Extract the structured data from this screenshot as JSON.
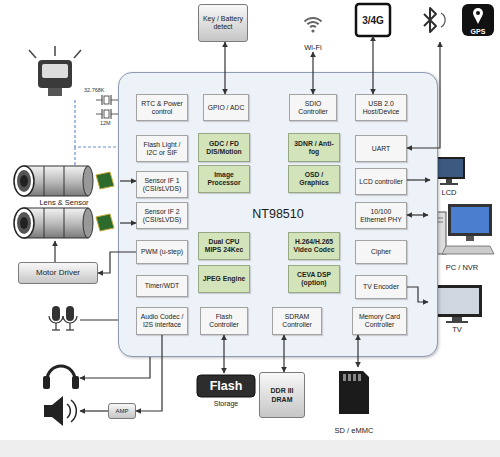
{
  "diagram": {
    "nodes": [
      {
        "text": [
          "Key / Battery detect"
        ]
      },
      {
        "text": [
          "Wi-Fi"
        ]
      },
      {
        "text": [
          "3/4G"
        ]
      },
      {
        "text": [
          "GPS"
        ]
      },
      {
        "text": [
          "NT98510"
        ]
      },
      {
        "text": [
          "RTC & Power control"
        ],
        "in": 4
      },
      {
        "text": [
          "GPIO / ADC"
        ],
        "in": 4
      },
      {
        "text": [
          "SDIO Controller"
        ],
        "in": 4
      },
      {
        "text": [
          "USB 2.0 Host/Device"
        ],
        "in": 4
      },
      {
        "text": [
          "Flash Light / I2C or SIF"
        ],
        "in": 4
      },
      {
        "text": [
          "GDC / FD DIS/Motion"
        ],
        "in": 4
      },
      {
        "text": [
          "3DNR / Anti-fog"
        ],
        "in": 4
      },
      {
        "text": [
          "UART"
        ],
        "in": 4
      },
      {
        "text": [
          "Sensor IF 1 (CSI/sLVDS)"
        ],
        "in": 4
      },
      {
        "text": [
          "Image Processor"
        ],
        "in": 4
      },
      {
        "text": [
          "OSD / Graphics"
        ],
        "in": 4
      },
      {
        "text": [
          "LCD controller"
        ],
        "in": 4
      },
      {
        "text": [
          "Sensor IF 2 (CSI/sLVDS)"
        ],
        "in": 4
      },
      {
        "text": [
          "10/100 Ethernet PHY"
        ],
        "in": 4
      },
      {
        "text": [
          "PWM (u-step)"
        ],
        "in": 4
      },
      {
        "text": [
          "Dual CPU MIPS 24Kec"
        ],
        "in": 4
      },
      {
        "text": [
          "H.264/H.265 Video Codec"
        ],
        "in": 4
      },
      {
        "text": [
          "Cipher"
        ],
        "in": 4
      },
      {
        "text": [
          "Timer/WDT"
        ],
        "in": 4
      },
      {
        "text": [
          "JPEG Engine"
        ],
        "in": 4
      },
      {
        "text": [
          "CEVA DSP (option)"
        ],
        "in": 4
      },
      {
        "text": [
          "TV Encoder"
        ],
        "in": 4
      },
      {
        "text": [
          "Audio Codec / I2S interface"
        ],
        "in": 4
      },
      {
        "text": [
          "Flash Controller"
        ],
        "in": 4
      },
      {
        "text": [
          "SDRAM Controller"
        ],
        "in": 4
      },
      {
        "text": [
          "Memory Card Controller"
        ],
        "in": 4
      },
      {
        "text": [
          "Lens & Sensor"
        ]
      },
      {
        "text": [
          "Motor Driver"
        ]
      },
      {
        "text": [
          "LCD"
        ]
      },
      {
        "text": [
          "PC / NVR"
        ]
      },
      {
        "text": [
          "TV"
        ]
      },
      {
        "text": [
          "AMP"
        ]
      },
      {
        "text": [
          "Flash",
          "Storage"
        ]
      },
      {
        "text": [
          "DDR III DRAM"
        ]
      },
      {
        "text": [
          "SD / eMMC"
        ]
      }
    ],
    "edges": [
      {
        "from": 0,
        "to": 6,
        "arrow": "both"
      },
      {
        "from": 1,
        "to": 7,
        "arrow": "both"
      },
      {
        "from": 2,
        "to": 8,
        "arrow": "both"
      },
      {
        "from": 3,
        "to": 12,
        "arrow": "both"
      },
      {
        "from": 31,
        "to": 13,
        "arrow": "to"
      },
      {
        "from": 31,
        "to": 17,
        "arrow": "to"
      },
      {
        "from": 19,
        "to": 32,
        "arrow": "to"
      },
      {
        "from": 32,
        "to": 31,
        "arrow": "to"
      },
      {
        "from": 16,
        "to": 33,
        "arrow": "to"
      },
      {
        "from": 18,
        "to": 34,
        "arrow": "both"
      },
      {
        "from": 26,
        "to": 35,
        "arrow": "to"
      },
      {
        "from": 27,
        "to": 36,
        "arrow": "to"
      },
      {
        "from": 28,
        "to": 37,
        "arrow": "both"
      },
      {
        "from": 29,
        "to": 38,
        "arrow": "both"
      },
      {
        "from": 30,
        "to": 39,
        "arrow": "both"
      }
    ],
    "labels": [
      "32.768K",
      "12M"
    ]
  }
}
